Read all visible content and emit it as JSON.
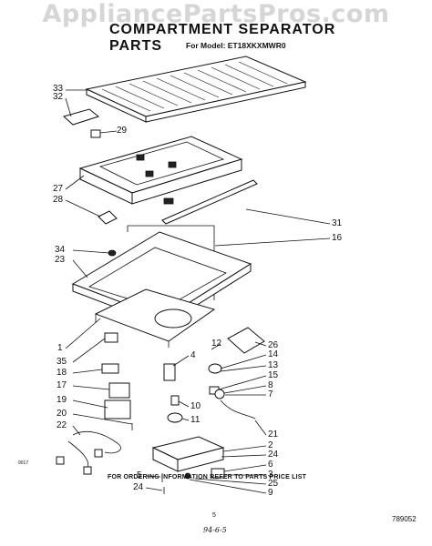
{
  "watermark": "AppliancePartsPros.com",
  "title": "COMPARTMENT SEPARATOR PARTS",
  "model_line": "For Model: ET18XKXMWR0",
  "callouts": [
    "33",
    "32",
    "29",
    "27",
    "28",
    "31",
    "16",
    "34",
    "23",
    "1",
    "35",
    "18",
    "17",
    "19",
    "20",
    "22",
    "12",
    "26",
    "4",
    "14",
    "13",
    "15",
    "8",
    "7",
    "10",
    "11",
    "21",
    "2",
    "24",
    "6",
    "3",
    "25",
    "9",
    "5",
    "24"
  ],
  "footer_note": "FOR ORDERING INFORMATION REFER TO PARTS PRICE LIST",
  "page_number": "5",
  "handwritten_date": "94-6-5",
  "document_number": "789052",
  "figure_code": "9017"
}
